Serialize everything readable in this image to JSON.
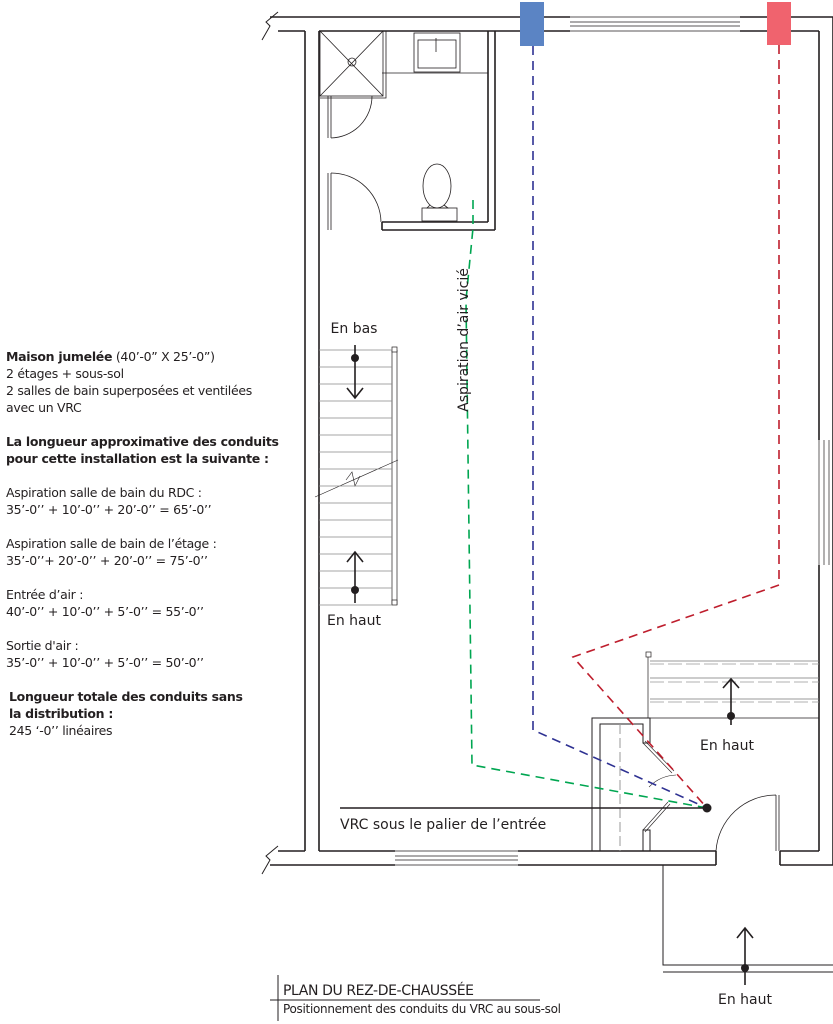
{
  "notes": {
    "house_bold": "Maison jumelée",
    "house_dims": " (40’-0” X 25’-0”)",
    "floors": "2 étages + sous-sol",
    "bathrooms": "2 salles de bain superposées et ventilées",
    "bathrooms_2": "avec un VRC",
    "length_heading_1": "La longueur approximative des conduits",
    "length_heading_2": "pour cette installation est la suivante :",
    "items": [
      {
        "label": "Aspiration salle de bain du RDC :",
        "calc": "35’-0’’ + 10’-0’’ + 20’-0’’ = 65’-0’’"
      },
      {
        "label": "Aspiration salle de bain de l’étage :",
        "calc": "35’-0’’+ 20’-0’’ + 20’-0’’ = 75’-0’’"
      },
      {
        "label": "Entrée d’air :",
        "calc": "40’-0’’ + 10’-0’’ + 5’-0’’ = 55’-0’’"
      },
      {
        "label": "Sortie d'air :",
        "calc": "35’-0’’ + 10’-0’’ + 5’-0’’ = 50’-0’’"
      }
    ],
    "total_heading_1": "Longueur totale des conduits sans",
    "total_heading_2": "la distribution :",
    "total_value": "245 ‘-0’’ linéaires"
  },
  "plan": {
    "stairs_down_label": "En bas",
    "stairs_up_label": "En haut",
    "landing_up_label": "En haut",
    "porch_up_label": "En haut",
    "exhaust_label": "Aspiration d’air vicié",
    "vrc_label": "VRC sous le palier de l’entrée"
  },
  "colors": {
    "exhaust_duct": "#2e3192",
    "supply_duct": "#be1e2d",
    "bath_duct": "#00a651",
    "blue_vent": "#5b84c4",
    "red_vent": "#f0636e"
  },
  "title": {
    "main": "PLAN DU REZ-DE-CHAUSSÉE",
    "sub": "Positionnement des conduits du VRC au sous-sol"
  }
}
